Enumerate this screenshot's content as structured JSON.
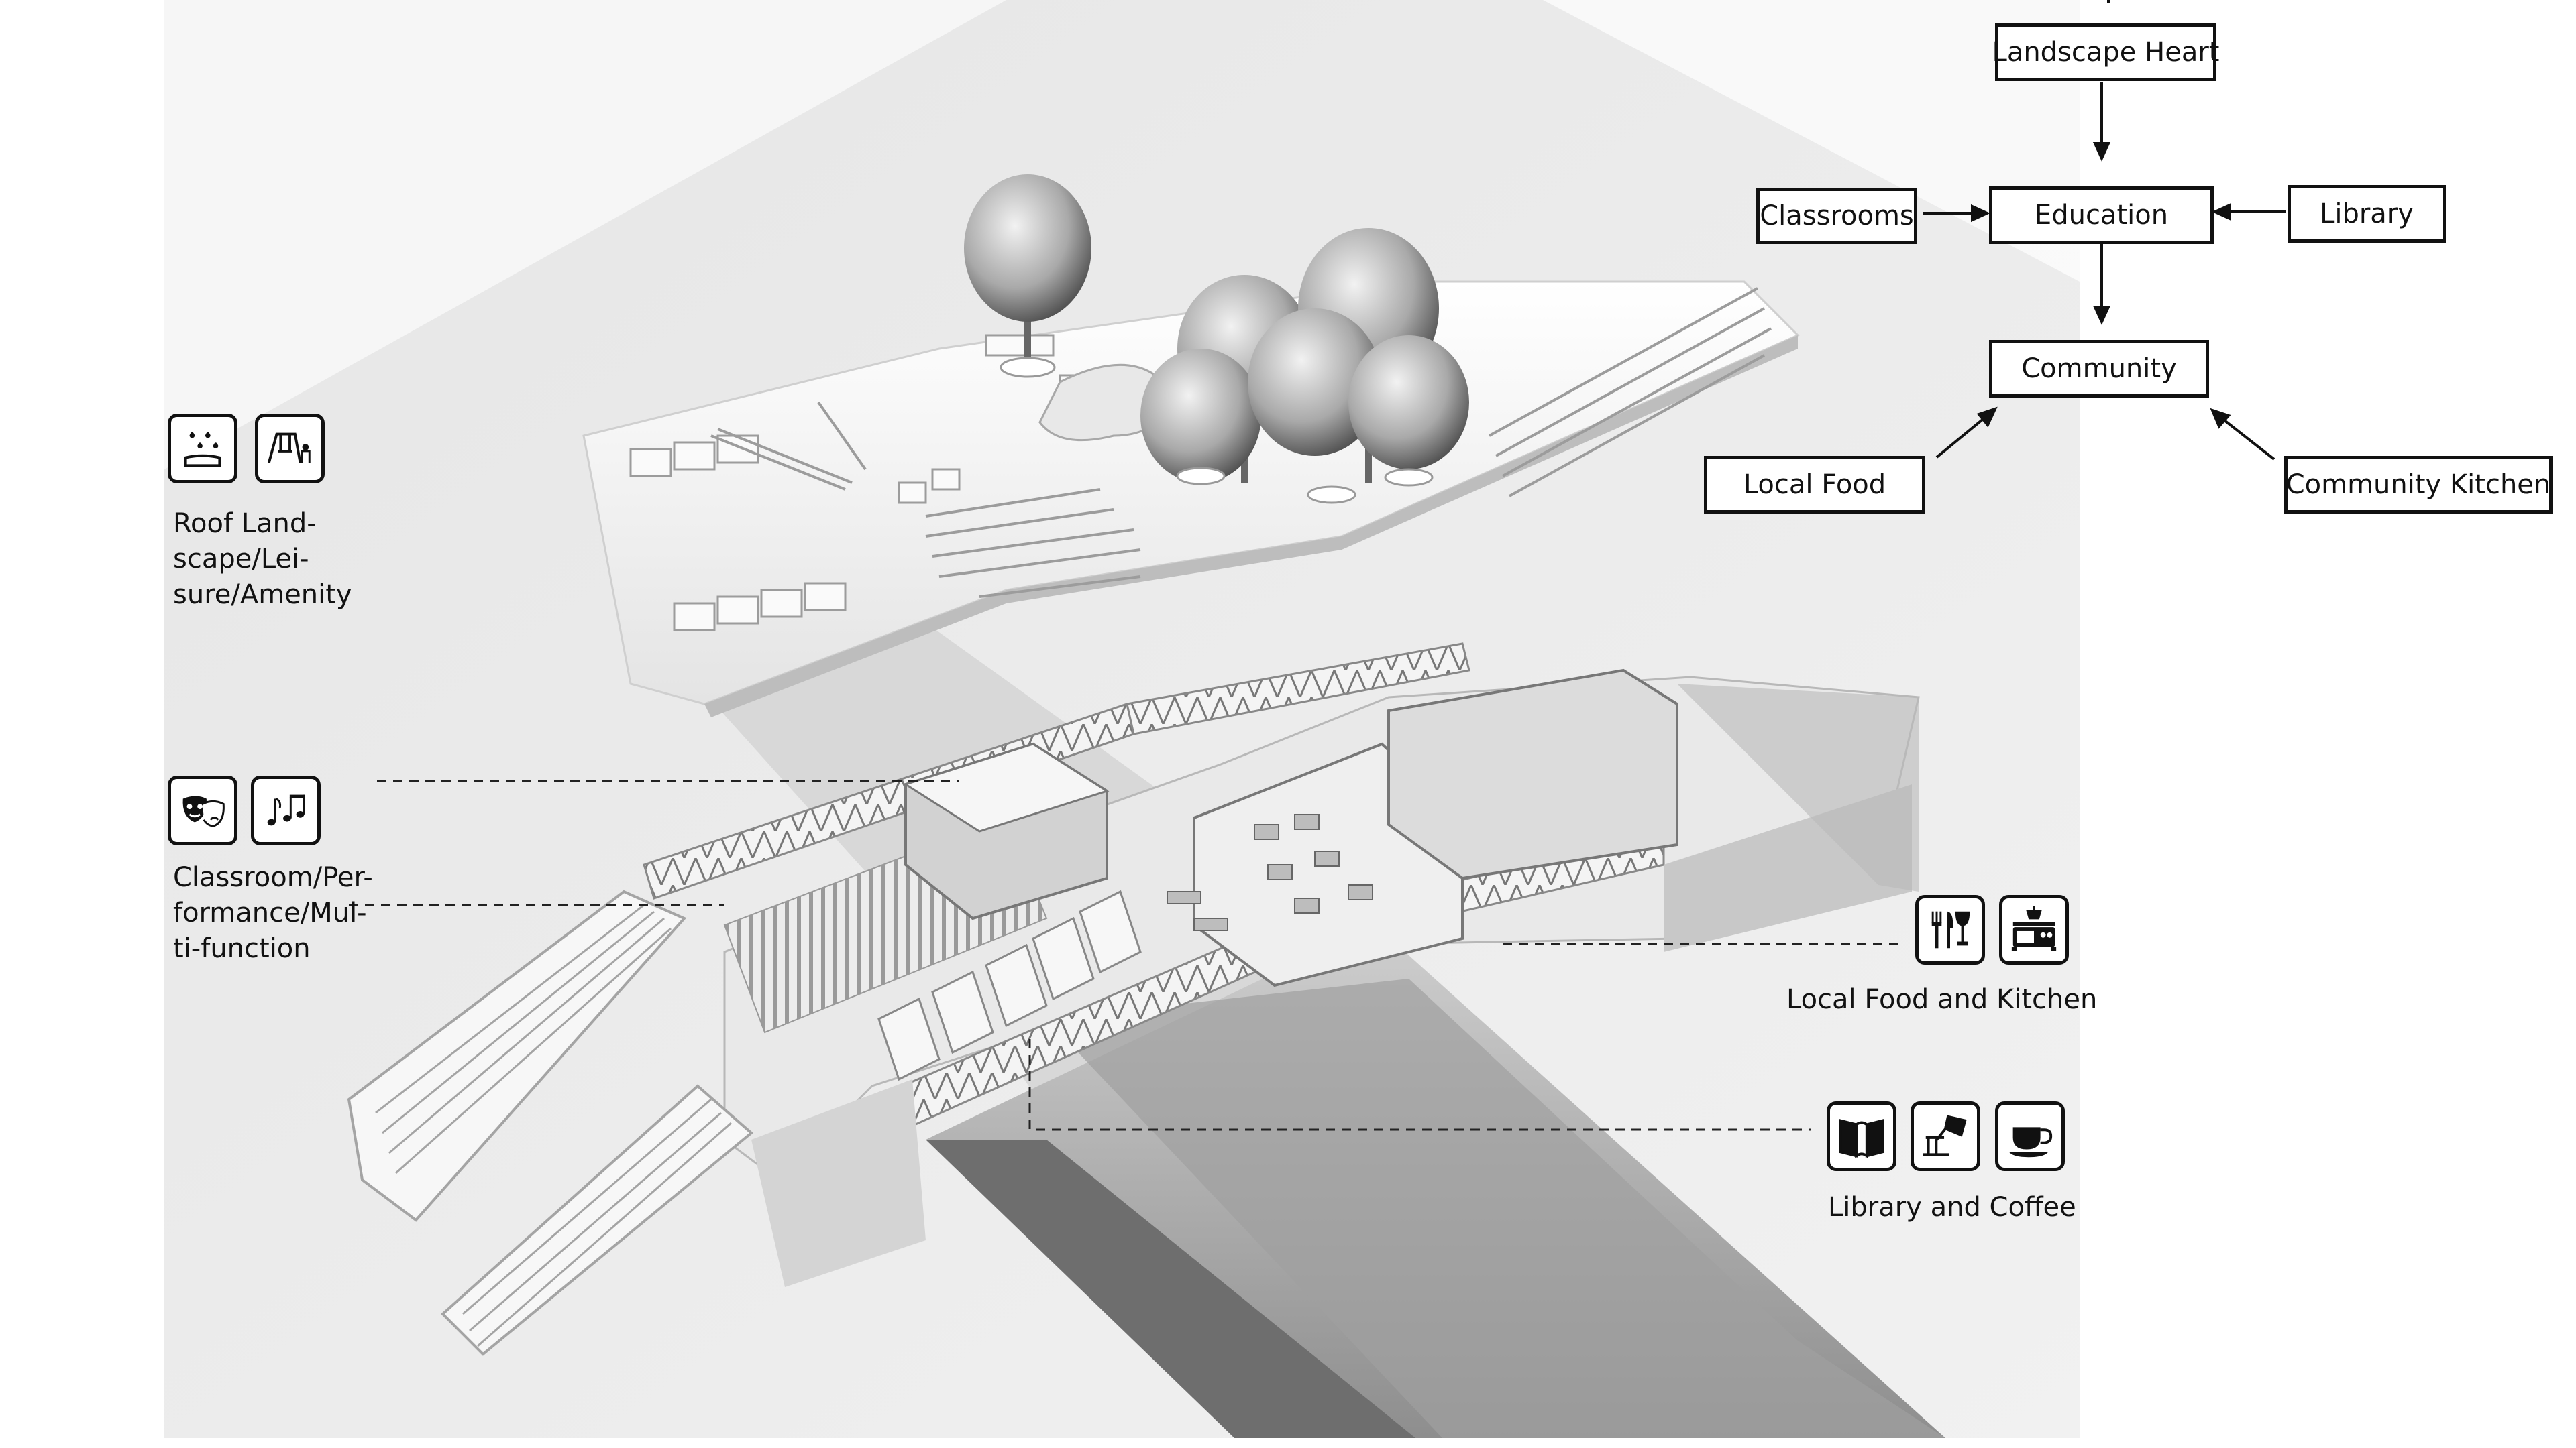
{
  "flowchart": {
    "nodes": {
      "landscape_heart": "Landscape Heart",
      "education": "Education",
      "classrooms": "Classrooms",
      "library": "Library",
      "community": "Community",
      "local_food": "Local Food",
      "community_kitchen": "Community Kitchen"
    },
    "edges": [
      [
        "Landscape Heart",
        "Education"
      ],
      [
        "Classrooms",
        "Education"
      ],
      [
        "Library",
        "Education"
      ],
      [
        "Education",
        "Community"
      ],
      [
        "Local Food",
        "Community"
      ],
      [
        "Community Kitchen",
        "Community"
      ]
    ]
  },
  "legend": {
    "roof": {
      "label_lines": [
        "Roof Land-",
        "scape/Lei-",
        "sure/Amenity"
      ],
      "icons": [
        "rain-icon",
        "playground-icon"
      ]
    },
    "classroom": {
      "label_lines": [
        "Classroom/Per-",
        "formance/Mul-",
        "ti-function"
      ],
      "icons": [
        "theater-masks-icon",
        "music-notes-icon"
      ]
    },
    "food": {
      "label": "Local Food and Kitchen",
      "icons": [
        "cutlery-glass-icon",
        "kitchen-stove-icon"
      ]
    },
    "library": {
      "label": "Library and Coffee",
      "icons": [
        "open-book-icon",
        "reading-lamp-icon",
        "coffee-cup-icon"
      ]
    }
  }
}
